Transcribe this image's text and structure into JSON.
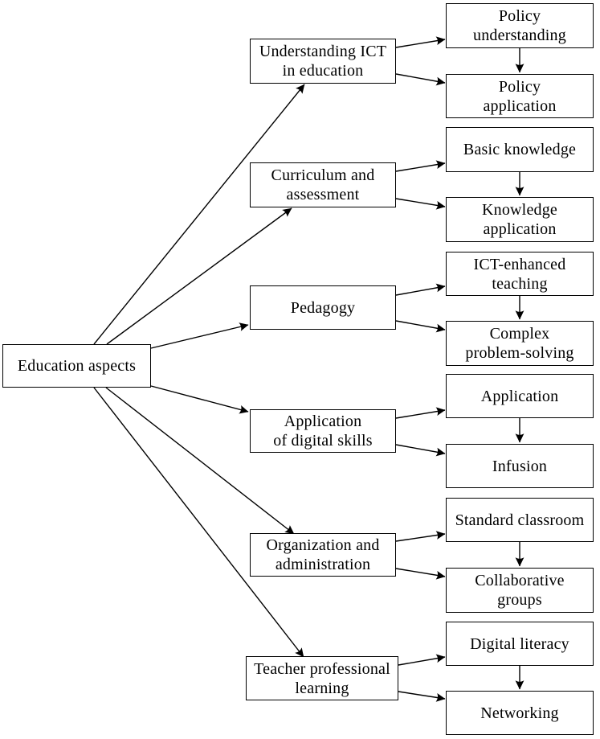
{
  "colors": {
    "background": "#ffffff",
    "box_background": "#ffffff",
    "box_border": "#000000",
    "arrow": "#000000",
    "text": "#000000"
  },
  "diagram": {
    "type": "tree",
    "root": {
      "label": "Education aspects"
    },
    "branches": [
      {
        "label": "Understanding ICT\nin education",
        "children": [
          {
            "label": "Policy\nunderstanding"
          },
          {
            "label": "Policy\napplication"
          }
        ]
      },
      {
        "label": "Curriculum and\nassessment",
        "children": [
          {
            "label": "Basic knowledge"
          },
          {
            "label": "Knowledge\napplication"
          }
        ]
      },
      {
        "label": "Pedagogy",
        "children": [
          {
            "label": "ICT-enhanced\nteaching"
          },
          {
            "label": "Complex\nproblem-solving"
          }
        ]
      },
      {
        "label": "Application\nof digital skills",
        "children": [
          {
            "label": "Application"
          },
          {
            "label": "Infusion"
          }
        ]
      },
      {
        "label": "Organization and\nadministration",
        "children": [
          {
            "label": "Standard classroom"
          },
          {
            "label": "Collaborative\ngroups"
          }
        ]
      },
      {
        "label": "Teacher professional\nlearning",
        "children": [
          {
            "label": "Digital literacy"
          },
          {
            "label": "Networking"
          }
        ]
      }
    ],
    "edge_rules": [
      "root connects to every branch",
      "each branch connects to both of its children",
      "each first child connects downward to the second child"
    ]
  }
}
